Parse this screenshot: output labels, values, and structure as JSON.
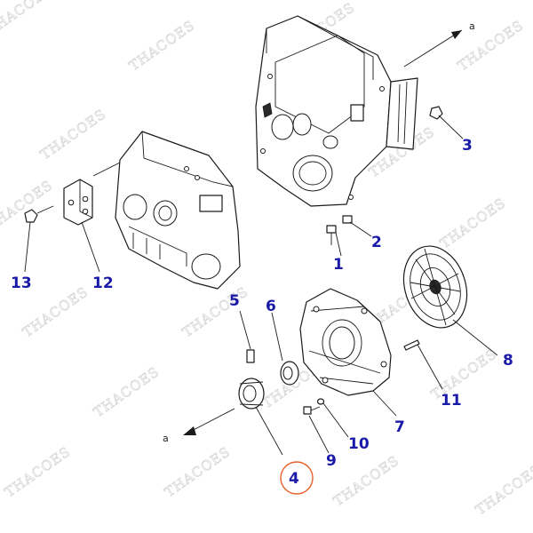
{
  "diagram": {
    "watermark_text": "THACOES",
    "direction_label": "a",
    "highlight_color": "#e8602c",
    "callout_color": "#1a1aa8",
    "callouts": [
      {
        "id": "c1",
        "label": "1"
      },
      {
        "id": "c2",
        "label": "2"
      },
      {
        "id": "c3",
        "label": "3"
      },
      {
        "id": "c4",
        "label": "4"
      },
      {
        "id": "c5",
        "label": "5"
      },
      {
        "id": "c6",
        "label": "6"
      },
      {
        "id": "c7",
        "label": "7"
      },
      {
        "id": "c8",
        "label": "8"
      },
      {
        "id": "c9",
        "label": "9"
      },
      {
        "id": "c10",
        "label": "10"
      },
      {
        "id": "c11",
        "label": "11"
      },
      {
        "id": "c12",
        "label": "12"
      },
      {
        "id": "c13",
        "label": "13"
      }
    ],
    "highlighted_callout": "4"
  }
}
